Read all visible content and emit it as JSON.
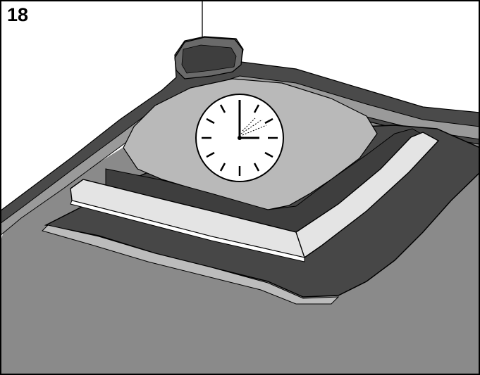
{
  "step": {
    "number": "18"
  },
  "illustration": {
    "subject": "floor-corner-tile-adhesive",
    "colors": {
      "wall": "#ffffff",
      "floor": "#8a8a8a",
      "border_dark": "#4a4a4a",
      "adhesive_fill": "#b9b9b9",
      "membrane": "#474747",
      "strip": "#e4e4e4",
      "clock_face": "#ffffff",
      "line": "#000000"
    },
    "clock": {
      "icon": "clock-icon",
      "hour_marks": 12
    }
  }
}
